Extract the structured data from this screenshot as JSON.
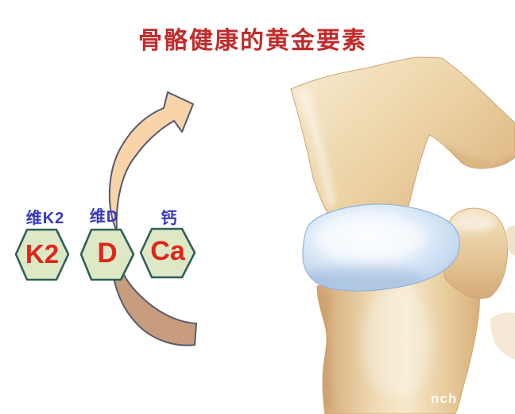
{
  "title": {
    "text": "骨骼健康的黄金要素"
  },
  "badges": [
    {
      "id": "k2",
      "label": "维K2",
      "symbol": "K2"
    },
    {
      "id": "d",
      "label": "维D",
      "symbol": "D"
    },
    {
      "id": "ca",
      "label": "钙",
      "symbol": "Ca"
    }
  ],
  "watermark": {
    "text": "nch"
  },
  "icons": {
    "arrow_up": "curved-arrow-up",
    "arrow_down": "curved-band-down",
    "illustration": "knee-joint"
  },
  "colors": {
    "title_red": "#c12c2c",
    "label_blue": "#3737c2",
    "badge_fill": "#dde9c5",
    "badge_border": "#2f5f5a",
    "badge_text": "#e0251a",
    "arrow_up_fill": "#f8d4a8",
    "arrow_down_fill": "#c79d7d",
    "arrow_outline": "#555a70",
    "bone_light": "#f6e9cc",
    "bone_dark": "#d7ab77",
    "cartilage_light": "#f4f9fe",
    "cartilage_dark": "#a9c6e6",
    "background": "#ffffff"
  }
}
